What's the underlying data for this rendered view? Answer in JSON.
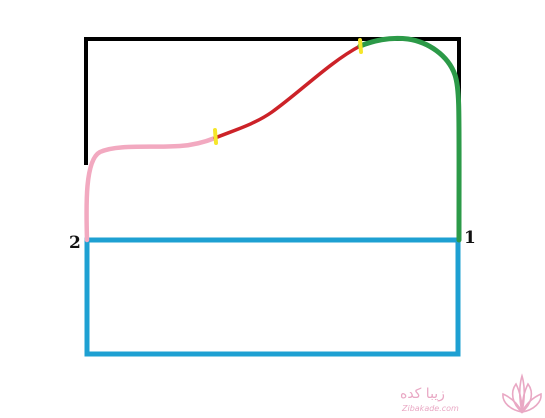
{
  "labels": {
    "point_1": "1",
    "point_2": "2"
  },
  "watermark": {
    "brand": "زیبا کده",
    "site": "Zibakade.com",
    "icon": "lotus-flower-icon",
    "color": "#e9a8c4"
  },
  "colors": {
    "upper_outline": "#000000",
    "lower_rectangle": "#1ea0d2",
    "segment_pink": "#f2a9c0",
    "segment_red": "#cc2228",
    "segment_green": "#2c9a48",
    "markers": "#f5e62a"
  }
}
